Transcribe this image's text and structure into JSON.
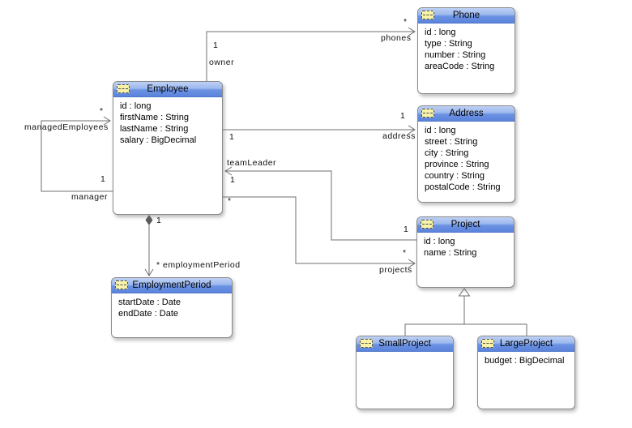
{
  "diagram": {
    "classes": {
      "phone": {
        "name": "Phone",
        "attributes": [
          "id : long",
          "type : String",
          "number : String",
          "areaCode : String"
        ]
      },
      "employee": {
        "name": "Employee",
        "attributes": [
          "id : long",
          "firstName : String",
          "lastName : String",
          "salary : BigDecimal"
        ]
      },
      "address": {
        "name": "Address",
        "attributes": [
          "id : long",
          "street : String",
          "city : String",
          "province : String",
          "country : String",
          "postalCode : String"
        ]
      },
      "project": {
        "name": "Project",
        "attributes": [
          "id : long",
          "name : String"
        ]
      },
      "employmentPeriod": {
        "name": "EmploymentPeriod",
        "attributes": [
          "startDate : Date",
          "endDate : Date"
        ]
      },
      "smallProject": {
        "name": "SmallProject",
        "attributes": []
      },
      "largeProject": {
        "name": "LargeProject",
        "attributes": [
          "budget : BigDecimal"
        ]
      }
    },
    "associations": {
      "phones": {
        "source_mult": "1",
        "source_role": "owner",
        "target_mult": "*",
        "target_role": "phones"
      },
      "address": {
        "source_mult": "1",
        "target_mult": "1",
        "target_role": "address"
      },
      "manager": {
        "managed_mult": "*",
        "managed_role": "managedEmployees",
        "manager_mult": "1",
        "manager_role": "manager"
      },
      "teamLeader": {
        "emp_mult": "1",
        "emp_role": "teamLeader",
        "project_mult": "1"
      },
      "projects": {
        "emp_mult": "*",
        "project_mult": "*",
        "project_role": "projects"
      },
      "employmentPeriod": {
        "emp_mult": "1",
        "period_mult": "*",
        "period_role": "employmentPeriod"
      }
    },
    "colors": {
      "title_gradient_top": "#bed0f4",
      "title_gradient_bottom": "#5b83dc",
      "box_border": "#8a8a8a",
      "connector_line": "#6f6f6f",
      "class_icon_fill": "#f9f3a9",
      "background": "#ffffff"
    }
  }
}
